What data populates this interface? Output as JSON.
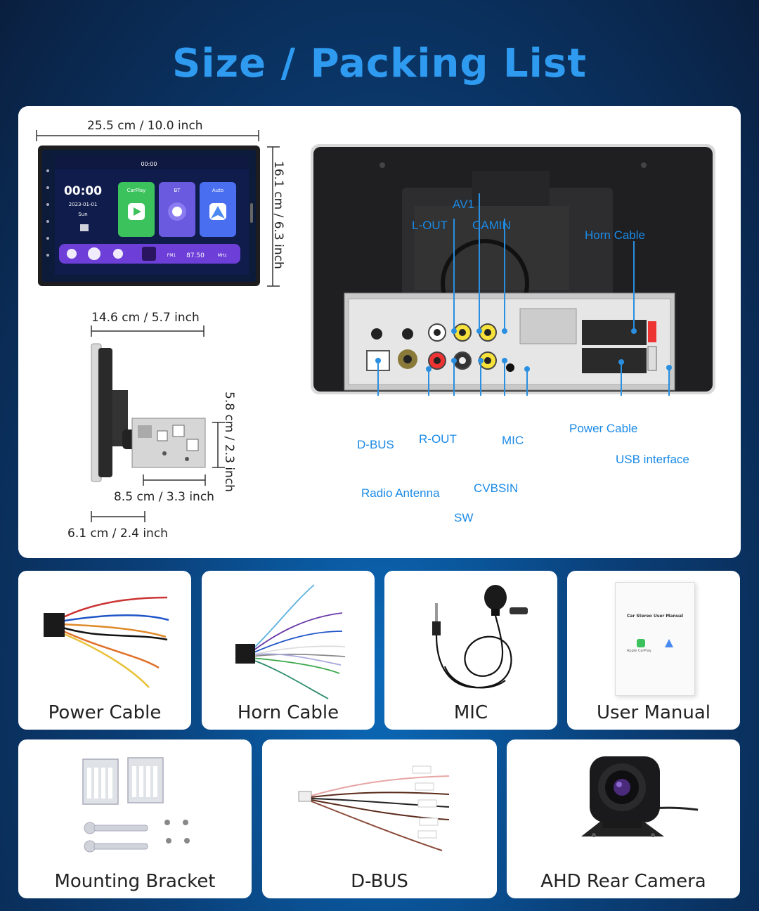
{
  "title": "Size / Packing List",
  "dimensions": {
    "width": "25.5 cm / 10.0 inch",
    "height": "16.1 cm / 6.3 inch",
    "depth_top": "14.6 cm / 5.7 inch",
    "chassis_height": "5.8 cm / 2.3 inch",
    "chassis_depth": "8.5 cm / 3.3 inch",
    "screen_depth": "6.1 cm / 2.4 inch"
  },
  "screen": {
    "status_time": "00:00",
    "clock": "00:00",
    "date": "2023-01-01",
    "day": "Sun",
    "tiles": [
      "CarPlay",
      "BT",
      "Auto"
    ],
    "band": "FM1",
    "frequency": "87.50",
    "unit": "MHz"
  },
  "ports": {
    "av1": "AV1",
    "l_out": "L-OUT",
    "camin": "CAMIN",
    "horn_cable": "Horn Cable",
    "d_bus": "D-BUS",
    "r_out": "R-OUT",
    "mic": "MIC",
    "power_cable": "Power Cable",
    "usb_interface": "USB interface",
    "radio_antenna": "Radio Antenna",
    "cvbsin": "CVBSIN",
    "sw": "SW"
  },
  "packing_list": {
    "power_cable": "Power Cable",
    "horn_cable": "Horn Cable",
    "mic": "MIC",
    "user_manual": "User Manual",
    "manual_cover_title": "Car Stereo User Manual",
    "manual_carplay": "Apple CarPlay",
    "mounting_bracket": "Mounting Bracket",
    "d_bus": "D-BUS",
    "camera": "AHD Rear Camera"
  },
  "colors": {
    "title": "#2f9bf0",
    "port_label": "#1a8ae6",
    "port_line": "#2a8fe0"
  }
}
